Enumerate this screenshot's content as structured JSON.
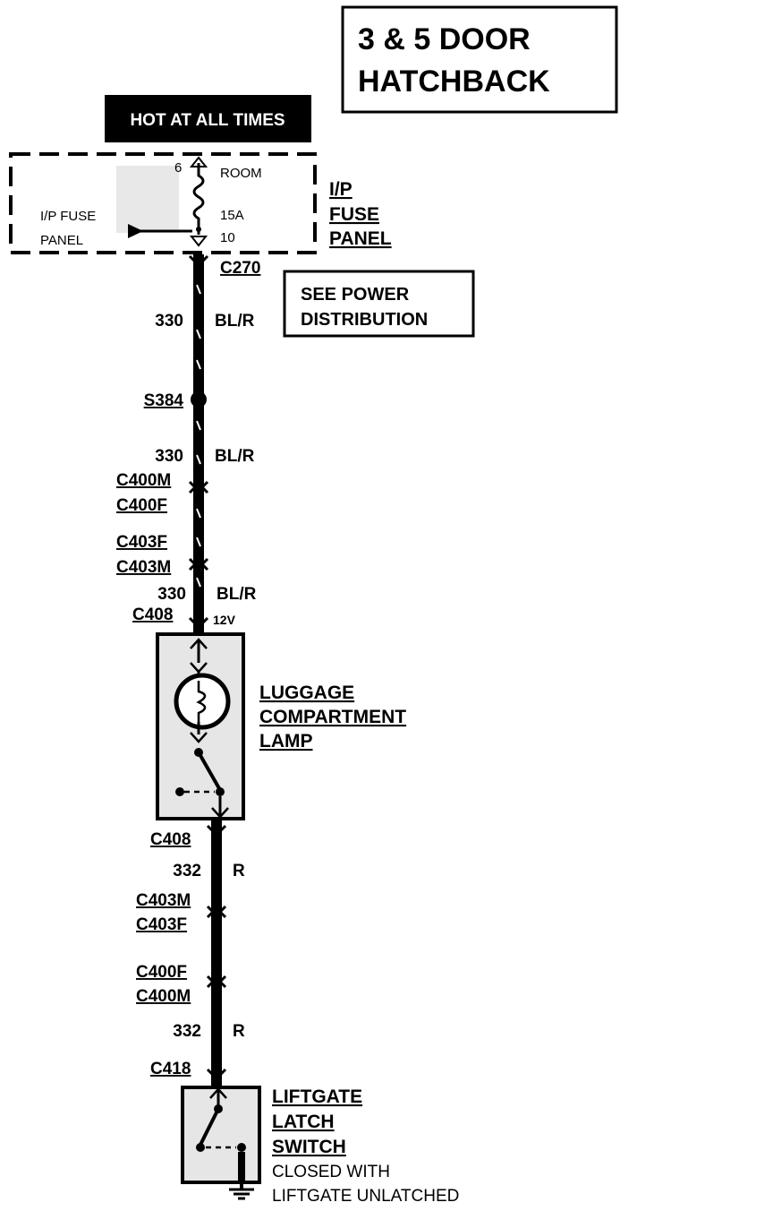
{
  "title": {
    "line1": "3 & 5 DOOR",
    "line2": "HATCHBACK"
  },
  "hot_label": "HOT AT ALL TIMES",
  "fuse_panel": {
    "inside_label_1": "I/P FUSE",
    "inside_label_2": "PANEL",
    "outside_label": [
      "I/P",
      "FUSE",
      "PANEL"
    ],
    "fuse_pin_top": "6",
    "fuse_name": "ROOM",
    "fuse_rating": "15A",
    "fuse_number": "10"
  },
  "see_power": {
    "line1": "SEE POWER",
    "line2": "DISTRIBUTION"
  },
  "connectors": {
    "c270": "C270",
    "s384": "S384",
    "c400m_top": "C400M",
    "c400f_top": "C400F",
    "c403f_top": "C403F",
    "c403m_top": "C403M",
    "c408_top": "C408",
    "c408_bottom": "C408",
    "c403m_bottom": "C403M",
    "c403f_bottom": "C403F",
    "c400f_bottom": "C400F",
    "c400m_bottom": "C400M",
    "c418": "C418"
  },
  "wires": [
    {
      "circuit": "330",
      "color": "BL/R"
    },
    {
      "circuit": "330",
      "color": "BL/R"
    },
    {
      "circuit": "330",
      "color": "BL/R"
    },
    {
      "circuit": "332",
      "color": "R"
    },
    {
      "circuit": "332",
      "color": "R"
    }
  ],
  "voltage": "12V",
  "lamp": {
    "line1": "LUGGAGE",
    "line2": "COMPARTMENT",
    "line3": "LAMP"
  },
  "switch": {
    "line1": "LIFTGATE",
    "line2": "LATCH",
    "line3": "SWITCH",
    "note1": "CLOSED WITH",
    "note2": "LIFTGATE UNLATCHED"
  }
}
